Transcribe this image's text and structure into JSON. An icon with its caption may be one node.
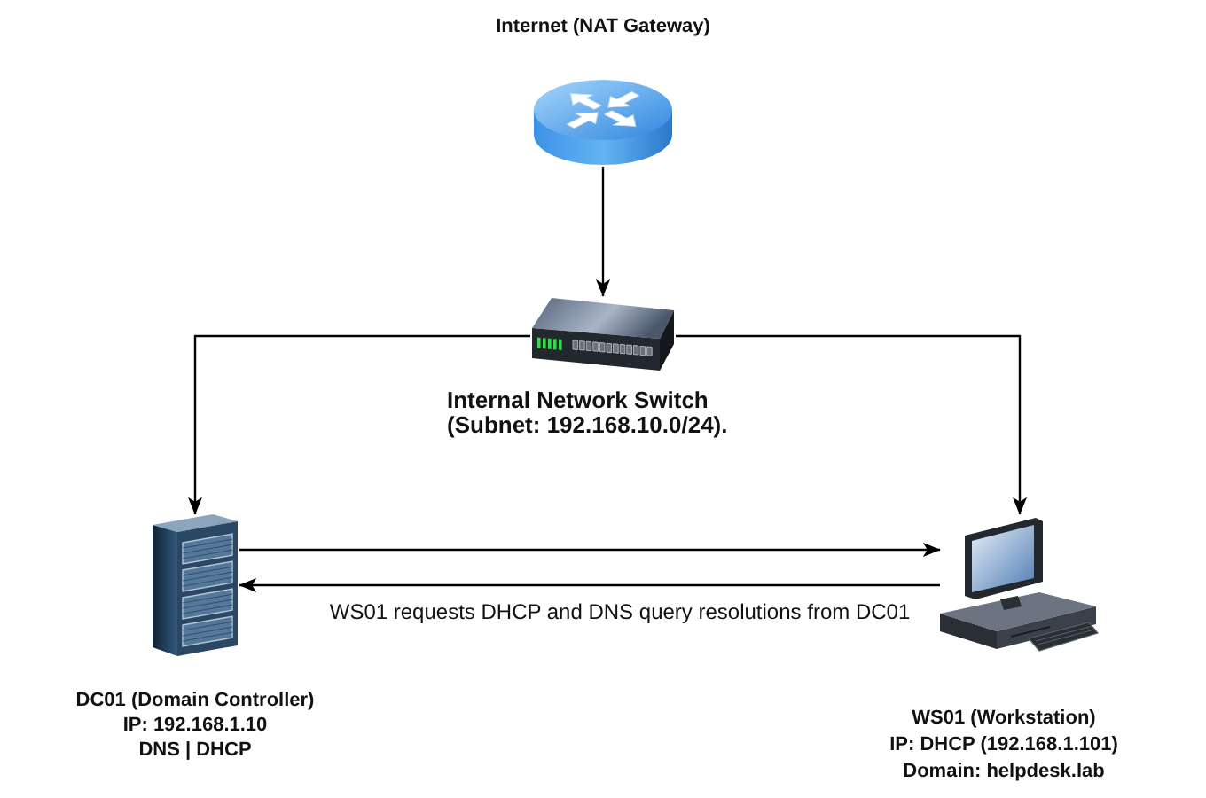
{
  "diagram": {
    "nodes": [
      {
        "text": [
          "Internet (NAT Gateway)"
        ]
      },
      {
        "text": [],
        "shape": "picture",
        "beside": [
          "Internal Network Switch",
          "(Subnet: 192.168.10.0/24)."
        ]
      },
      {
        "text": [],
        "shape": "picture",
        "beside": [
          "DC01 (Domain Controller)",
          "IP: 192.168.1.10",
          "DNS | DHCP"
        ]
      },
      {
        "text": [],
        "shape": "picture",
        "beside": [
          "WS01 (Workstation)",
          "IP: DHCP (192.168.1.101)",
          "Domain: helpdesk.lab"
        ]
      }
    ],
    "edges": [
      {
        "from": 0,
        "to": 1,
        "arrow": "to"
      },
      {
        "from": 1,
        "to": 2,
        "arrow": "to"
      },
      {
        "from": 1,
        "to": 3,
        "arrow": "to"
      },
      {
        "from": 2,
        "to": 3,
        "arrow": "to"
      },
      {
        "from": 3,
        "to": 2,
        "arrow": "to",
        "label": "WS01 requests DHCP and DNS query resolutions from DC01"
      }
    ]
  }
}
